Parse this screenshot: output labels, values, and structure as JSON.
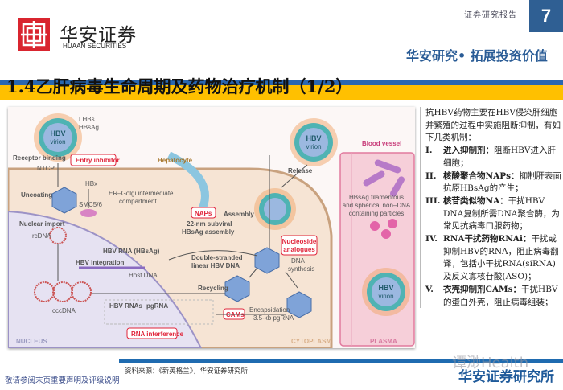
{
  "header": {
    "logo_cn": "华安证券",
    "logo_en": "HUAAN SECURITIES",
    "report_type": "证券研究报告",
    "page_number": "7",
    "slogan": "华安研究• 拓展投资价值",
    "title": "1.4乙肝病毒生命周期及药物治疗机制（1/2）"
  },
  "diagram": {
    "virion": "HBV",
    "virion2": "virion",
    "lhbs": "LHBs",
    "hbsag": "HBsAg",
    "receptor": "Receptor binding",
    "ntcp": "NTCP",
    "entry": "Entry inhibitor",
    "hepatocyte": "Hepatocyte",
    "uncoating": "Uncoating",
    "hbx": "HBx",
    "smc": "SMC5/6",
    "ergic1": "ER–Golgi intermediate",
    "ergic2": "compartment",
    "naps": "NAPs",
    "subviral1": "22-nm subviral",
    "subviral2": "HBsAg assembly",
    "nuclear_import": "Nuclear import",
    "rcdna": "rcDNA",
    "hbv_rna_hbsag": "HBV RNA (HBsAg)",
    "integration": "HBV integration",
    "host_dna": "Host DNA",
    "cccdna": "cccDNA",
    "hbv_rnas": "HBV RNAs",
    "pgrna": "pgRNA",
    "rnai": "RNA interference",
    "nucleus": "NUCLEUS",
    "dslinear1": "Double-stranded",
    "dslinear2": "linear HBV DNA",
    "nuc1": "Nucleoside",
    "nuc2": "analogues",
    "dna1": "DNA",
    "dna2": "synthesis",
    "recycling": "Recycling",
    "cams": "CAMs",
    "encap1": "Encapsidation",
    "encap2": "3.5-kb pgRNA",
    "cytoplasm": "CYTOPLASM",
    "assembly": "Assembly",
    "release": "Release",
    "blood": "Blood vessel",
    "fil1": "HBsAg filamentous",
    "fil2": "and spherical non–DNA",
    "fil3": "containing particles",
    "plasma": "PLASMA"
  },
  "side": {
    "intro": "抗HBV药物主要在HBV侵染肝细胞并繁殖的过程中实施阻断抑制，有如下几类机制：",
    "items": [
      {
        "num": "I.",
        "name": "进入抑制剂：",
        "desc": "阻断HBV进入肝细胞；"
      },
      {
        "num": "II.",
        "name": "核酸聚合物NAPs：",
        "desc": "抑制肝表面抗原HBsAg的产生；"
      },
      {
        "num": "III.",
        "name": "核苷类似物NA：",
        "desc": "干扰HBV DNA复制所需DNA聚合酶，为常见抗病毒口服药物；"
      },
      {
        "num": "IV.",
        "name": "RNA干扰药物RNAi：",
        "desc": "干扰或抑制HBV的RNA，阻止病毒翻译，包括小干扰RNA(siRNA)及反义寡核苷酸(ASO)；"
      },
      {
        "num": "V.",
        "name": "衣壳抑制剂CAMs：",
        "desc": "干扰HBV的蛋白外壳，阻止病毒组装；"
      }
    ]
  },
  "footer": {
    "source": "资料来源：《新英格兰》，华安证券研究所",
    "disclaimer": "敬请参阅末页重要声明及评级说明",
    "brand": "华安证券研究所",
    "watermark": "谭渺Health"
  },
  "colors": {
    "accent_blue": "#2a67b0",
    "title_band": "#ffc000",
    "logo_red": "#d9252f",
    "inhibitor_red": "#e0243a"
  }
}
